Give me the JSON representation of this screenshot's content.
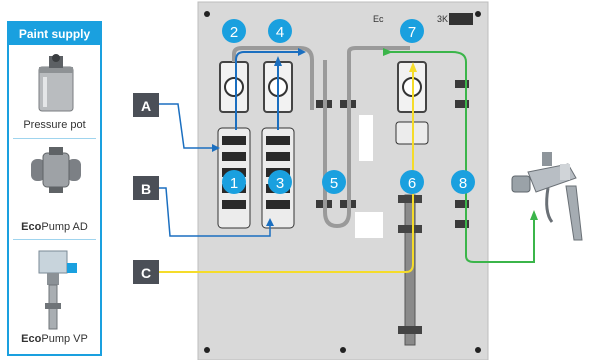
{
  "supply": {
    "header": "Paint supply",
    "items": [
      {
        "label": "Pressure pot"
      },
      {
        "label_bold": "Eco",
        "label_rest": "Pump AD"
      },
      {
        "label_bold": "Eco",
        "label_rest": "Pump VP"
      }
    ]
  },
  "panel": {
    "logo_text": "Ec",
    "logo_text_suffix": "3K"
  },
  "callouts": [
    "A",
    "B",
    "C"
  ],
  "markers": [
    "1",
    "2",
    "3",
    "4",
    "5",
    "6",
    "7",
    "8"
  ],
  "colors": {
    "callout_bg": "#4b4f57",
    "marker_blue": "#1aa0df",
    "line_blue": "#1b6fc0",
    "line_yellow": "#f5dc2a",
    "line_green": "#3bb54a",
    "panel_bg": "#d9d9d9"
  }
}
